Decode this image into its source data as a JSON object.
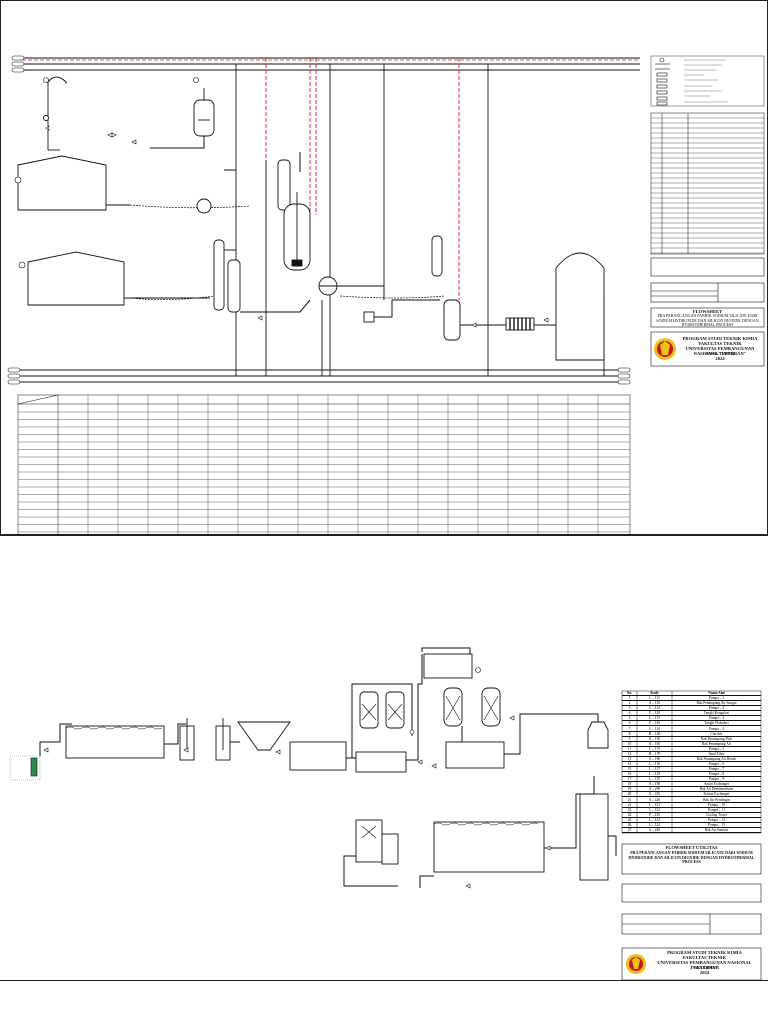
{
  "sheet1": {
    "title_block": {
      "flowsheet_title": "FLOWSHEET",
      "plant_title": "PRA PERANCANGAN PABRIK SODIUM SILICATE DARI SODIUM HYDROXIDE DAN SILICON DIOXIDE DENGAN HYDROTHERMAL PROCESS",
      "program": "PROGRAM STUDI TEKNIK KIMIA",
      "faculty": "FAKULTAS TEKNIK",
      "university": "UNIVERSITAS PEMBANGUNAN NASIONAL \"VETERAN\"",
      "region": "JAWA TIMUR",
      "year": "2024"
    }
  },
  "sheet2": {
    "equipment_table": {
      "headers": [
        "No.",
        "Kode",
        "Nama Alat"
      ],
      "rows": [
        [
          "1",
          "L – 111",
          "Pompa – 1"
        ],
        [
          "2",
          "A – 110",
          "Bak Penampung Air Sungai"
        ],
        [
          "3",
          "L – 112",
          "Pompa – 2"
        ],
        [
          "4",
          "F – 120",
          "Tangki Koagulasi"
        ],
        [
          "5",
          "L – 113",
          "Pompa – 3"
        ],
        [
          "6",
          "F – 130",
          "Tangki Flokulasi"
        ],
        [
          "7",
          "L – 114",
          "Pompa – 4"
        ],
        [
          "8",
          "H – 140",
          "Clarifier"
        ],
        [
          "9",
          "A – 150",
          "Bak Penampung Flok"
        ],
        [
          "10",
          "A – 160",
          "Bak Penampung Air"
        ],
        [
          "11",
          "L – 115",
          "Pompa – 5"
        ],
        [
          "12",
          "H – 170",
          "Sand Filter"
        ],
        [
          "13",
          "A – 180",
          "Bak Penampung Air Bersih"
        ],
        [
          "14",
          "L – 116",
          "Pompa – 6"
        ],
        [
          "15",
          "L – 117",
          "Pompa – 7"
        ],
        [
          "16",
          "L – 118",
          "Pompa – 8"
        ],
        [
          "17",
          "L – 119",
          "Pompa – 9"
        ],
        [
          "18",
          "A – 190",
          "Anion Exchanger"
        ],
        [
          "19",
          "A – 200",
          "Bak Air Demineralisasi"
        ],
        [
          "20",
          "A – 210",
          "Kation Exchanger"
        ],
        [
          "21",
          "A – 220",
          "Bak Air Pendingin"
        ],
        [
          "22",
          "L – 121",
          "Pompa – 10"
        ],
        [
          "23",
          "L – 122",
          "Pompa – 11"
        ],
        [
          "24",
          "P – 230",
          "Cooling Tower"
        ],
        [
          "25",
          "L – 123",
          "Pompa – 12"
        ],
        [
          "26",
          "L – 124",
          "Pompa – 13"
        ],
        [
          "27",
          "A – 240",
          "Bak Air Sanitasi"
        ]
      ]
    },
    "title_block": {
      "flowsheet_title": "FLOWSHEET UTILITAS",
      "plant_title": "PRA PERANCANGAN PABRIK SODIUM SILICATE DARI SODIUM HYDROXIDE DAN SILICON DIOXIDE DENGAN HYDROTHERMAL PROCESS",
      "program": "PROGRAM STUDI TEKNIK KIMIA",
      "faculty": "FAKULTAS TEKNIK",
      "university": "UNIVERSITAS PEMBANGUNAN NASIONAL \"VETERAN\"",
      "region": "JAWA TIMUR",
      "year": "2024"
    }
  },
  "colors": {
    "line": "#111111",
    "steam_dashed": "#d42020",
    "logo_red": "#c8161d",
    "logo_gold": "#e8c21a",
    "water_fill": "#2e8b57"
  }
}
